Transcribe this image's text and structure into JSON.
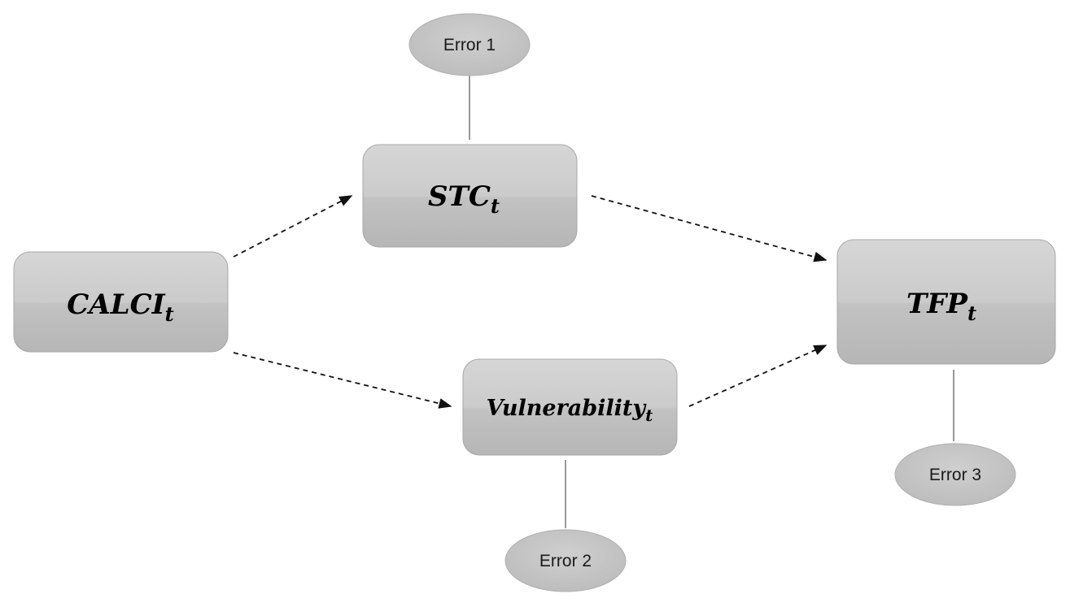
{
  "nodes": {
    "calci": {
      "main": "CALCI",
      "sub": "t"
    },
    "stc": {
      "main": "STC",
      "sub": "t"
    },
    "vulnerability": {
      "main": "Vulnerability",
      "sub": "t"
    },
    "tfp": {
      "main": "TFP",
      "sub": "t"
    }
  },
  "errors": {
    "error1": "Error 1",
    "error2": "Error 2",
    "error3": "Error 3"
  },
  "colors": {
    "box_top": "#d2d2d2",
    "box_bottom": "#b8b8b8",
    "box_stroke": "#a8a8a8",
    "ellipse_fill": "#c4c4c4",
    "arrow": "#111111"
  }
}
